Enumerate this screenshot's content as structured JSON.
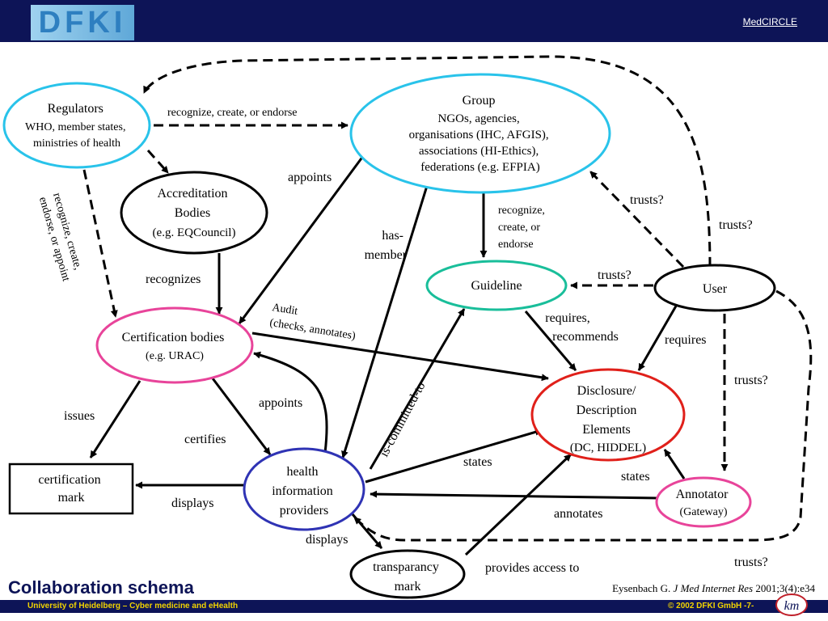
{
  "header": {
    "logo_text": "DFKI",
    "brand_link": "MedCIRCLE"
  },
  "slide": {
    "title": "Collaboration schema",
    "citation": {
      "author": "Eysenbach G.",
      "journal": "J Med Internet Res",
      "ref": "2001;3(4):e34"
    }
  },
  "footer": {
    "left": "University of Heidelberg – Cyber medicine and eHealth",
    "right": "© 2002 DFKI GmbH   -7-",
    "logo_text": "km"
  },
  "nodes": {
    "regulators": [
      "Regulators",
      "WHO, member states,",
      "ministries of health"
    ],
    "group": [
      "Group",
      "NGOs, agencies,",
      "organisations (IHC, AFGIS),",
      "associations (HI-Ethics),",
      "federations (e.g. EFPIA)"
    ],
    "accreditation": [
      "Accreditation",
      "Bodies",
      "(e.g. EQCouncil)"
    ],
    "guideline": [
      "Guideline"
    ],
    "user": [
      "User"
    ],
    "certification_bodies": [
      "Certification bodies",
      "(e.g. URAC)"
    ],
    "disclosure": [
      "Disclosure/",
      "Description",
      "Elements",
      "(DC, HIDDEL)"
    ],
    "certification_mark": [
      "certification",
      "mark"
    ],
    "hip": [
      "health",
      "information",
      "providers"
    ],
    "annotator": [
      "Annotator",
      "(Gateway)"
    ],
    "transparency": [
      "transparancy",
      "mark"
    ]
  },
  "edges": {
    "recognize_create_endorse_top": "recognize, create, or endorse",
    "appoints_top": "appoints",
    "has_member": [
      "has-",
      "member"
    ],
    "recognize_create_endorse_guideline": [
      "recognize,",
      "create, or",
      "endorse"
    ],
    "trusts_group": "trusts?",
    "trusts_right": "trusts?",
    "trusts_guideline": "trusts?",
    "recognize_create_appoint_vertical": [
      "recognize, create,",
      "endorse, or appoint"
    ],
    "recognizes": "recognizes",
    "audit": [
      "Audit",
      "(checks, annotates)"
    ],
    "requires_recommends": [
      "requires,",
      "recommends"
    ],
    "requires": "requires",
    "trusts_annotator": "trusts?",
    "issues": "issues",
    "appoints_bottom": "appoints",
    "certifies": "certifies",
    "is_committed_to": "is-committed-to",
    "states_hip": "states",
    "states_annotator": "states",
    "displays_mark": "displays",
    "annotates": "annotates",
    "displays_transparency": "displays",
    "provides_access": "provides access to",
    "trusts_bottom": "trusts?"
  }
}
